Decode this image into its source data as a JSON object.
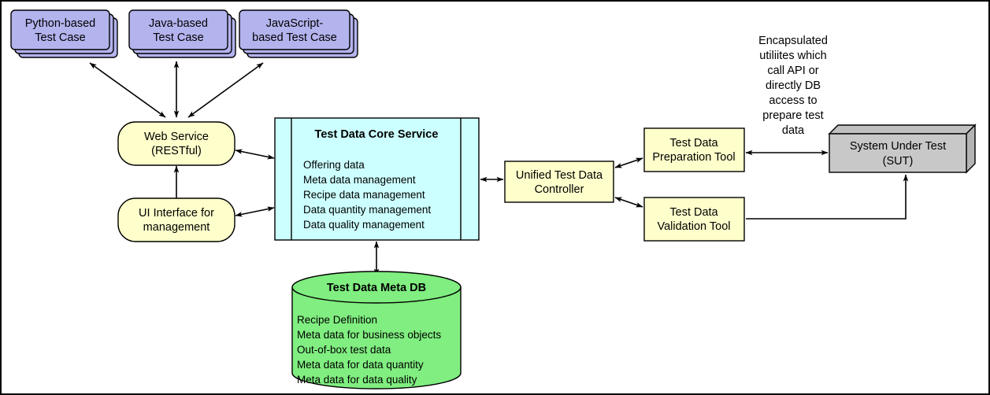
{
  "diagram": {
    "title": "Test Data Service Architecture",
    "colors": {
      "test_case_fill": "#b3b3ee",
      "pill_fill": "#ffffcc",
      "core_service_fill": "#ccffff",
      "database_fill": "#80ee80",
      "tool_fill": "#ffffcc",
      "sut_fill": "#c8c8c8",
      "sut_top_fill": "#c0c0c0",
      "sut_side_fill": "#b4b4b4",
      "stroke": "#000000",
      "background": "#ffffff"
    },
    "test_cases": [
      {
        "id": "python-test-case",
        "lines": [
          "Python-based",
          "Test Case"
        ]
      },
      {
        "id": "java-test-case",
        "lines": [
          "Java-based",
          "Test Case"
        ]
      },
      {
        "id": "javascript-test-case",
        "lines": [
          "JavaScript-",
          "based Test Case"
        ]
      }
    ],
    "interfaces": [
      {
        "id": "web-service",
        "lines": [
          "Web Service",
          "(RESTful)"
        ]
      },
      {
        "id": "ui-interface",
        "lines": [
          "UI Interface for",
          "management"
        ]
      }
    ],
    "core_service": {
      "title": "Test Data Core Service",
      "features": [
        "Offering data",
        "Meta data management",
        "Recipe data management",
        "Data quantity management",
        "Data quality management"
      ]
    },
    "database": {
      "title": "Test Data Meta DB",
      "items": [
        "Recipe Definition",
        "Meta data for business objects",
        "Out-of-box test data",
        "Meta data for data quantity",
        "Meta data for data quality"
      ]
    },
    "controller": {
      "lines": [
        "Unified Test Data",
        "Controller"
      ]
    },
    "tools": [
      {
        "id": "test-data-preparation-tool",
        "lines": [
          "Test Data",
          "Preparation Tool"
        ]
      },
      {
        "id": "test-data-validation-tool",
        "lines": [
          "Test Data",
          "Validation Tool"
        ]
      }
    ],
    "sut": {
      "lines": [
        "System Under Test",
        "(SUT)"
      ]
    },
    "annotation": {
      "lines": [
        "Encapsulated",
        "utiliites which",
        "call API or",
        "directly DB",
        "access to",
        "prepare test",
        "data"
      ]
    }
  }
}
